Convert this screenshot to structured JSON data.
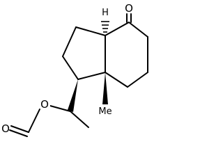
{
  "structure": {
    "atoms": {
      "ketone_oxygen": "O",
      "ring_fusion_hydrogen": "H",
      "angular_methyl": "Me",
      "ester_oxygen": "O",
      "carbonyl_oxygen": "O"
    }
  },
  "colors": {
    "ink": "#000000",
    "background": "#ffffff"
  }
}
